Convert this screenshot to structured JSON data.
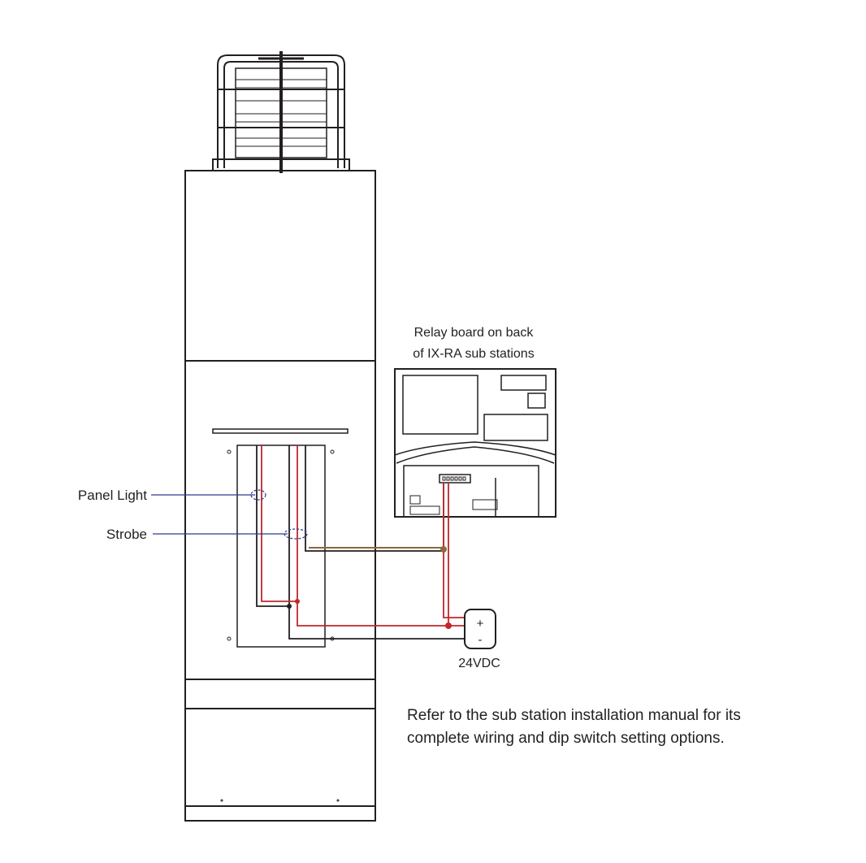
{
  "labels": {
    "relay_board_line1": "Relay board on back",
    "relay_board_line2": "of IX-RA sub stations",
    "panel_light": "Panel Light",
    "strobe": "Strobe",
    "power_plus": "+",
    "power_minus": "-",
    "power_supply": "24VDC",
    "note_line1": "Refer to the sub station installation manual for its",
    "note_line2": "complete wiring and dip switch setting options."
  },
  "colors": {
    "outline": "#231f20",
    "wire_red": "#c1272d",
    "wire_brown": "#8b6a3e",
    "wire_blue": "#2e3a8c",
    "label_text": "#231f20"
  }
}
